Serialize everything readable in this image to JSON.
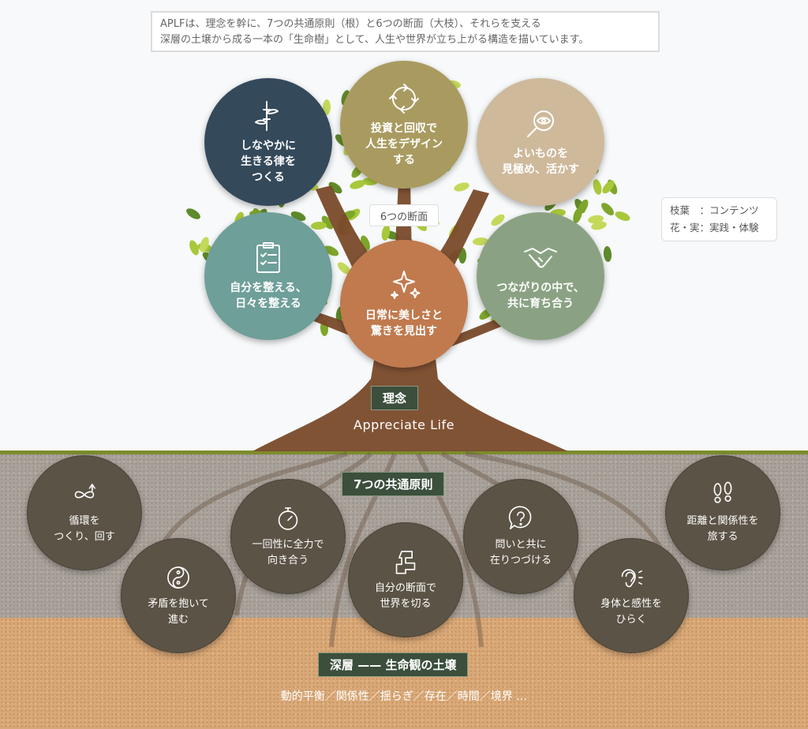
{
  "intro": {
    "line1": "APLFは、理念を幹に、7つの共通原則（根）と6つの断面（大枝）、それらを支える",
    "line2": "深層の土壌から成る一本の「生命樹」として、人生や世界が立ち上がる構造を描いています。"
  },
  "legend": {
    "line1": "枝葉　：コンテンツ",
    "line2": "花・実：実践・体験"
  },
  "sections_label": "6つの断面",
  "sections": [
    {
      "text": "しなやかに\n生きる律を\nつくる",
      "icon": "bamboo-icon",
      "color": "#34495a"
    },
    {
      "text": "投資と回収で\n人生をデザイン\nする",
      "icon": "cycle-icon",
      "color": "#a99b60"
    },
    {
      "text": "よいものを\n見極め、活かす",
      "icon": "eye-magnifier-icon",
      "color": "#ceb99b"
    },
    {
      "text": "自分を整える、\n日々を整える",
      "icon": "clipboard-icon",
      "color": "#6e9f99"
    },
    {
      "text": "日常に美しさと\n驚きを見出す",
      "icon": "sparkles-icon",
      "color": "#c07a4e"
    },
    {
      "text": "つながりの中で、\n共に育ち合う",
      "icon": "handshake-icon",
      "color": "#8aa283"
    }
  ],
  "philosophy": {
    "label": "理念",
    "value": "Appreciate Life"
  },
  "principles_label": "7つの共通原則",
  "principles": [
    {
      "text": "循環を\nつくり、回す",
      "icon": "infinity-arrow-icon"
    },
    {
      "text": "矛盾を抱いて\n進む",
      "icon": "yin-yang-icon"
    },
    {
      "text": "一回性に全力で\n向き合う",
      "icon": "stopwatch-icon"
    },
    {
      "text": "自分の断面で\n世界を切る",
      "icon": "cut-shape-icon"
    },
    {
      "text": "問いと共に\n在りつづける",
      "icon": "question-bubble-icon"
    },
    {
      "text": "身体と感性を\nひらく",
      "icon": "ear-icon"
    },
    {
      "text": "距離と関係性を\n旅する",
      "icon": "footprints-icon"
    }
  ],
  "soil": {
    "label": "深層 —— 生命観の土壌",
    "keywords": "動的平衡／関係性／揺らぎ／存在／時間／境界 …"
  }
}
